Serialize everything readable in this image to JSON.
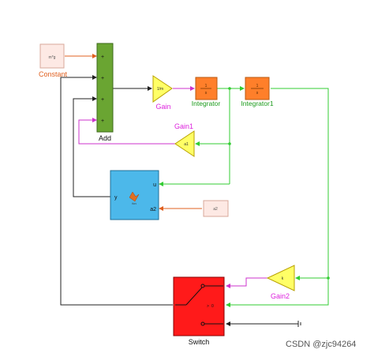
{
  "blocks": {
    "constant": {
      "name": "Constant",
      "value": "m*g"
    },
    "add": {
      "name": "Add",
      "signs": [
        "+",
        "+",
        "+",
        "+"
      ]
    },
    "gain": {
      "name": "Gain",
      "value": "1/m"
    },
    "integrator": {
      "name": "Integrator"
    },
    "integrator1": {
      "name": "Integrator1"
    },
    "gain1": {
      "name": "Gain1",
      "value": "a1"
    },
    "fcn": {
      "label": "fcn",
      "in_u": "u",
      "in_a2": "a2",
      "out_y": "y"
    },
    "a2_const": {
      "value": "a2"
    },
    "gain2": {
      "name": "Gain2",
      "value": "k"
    },
    "switch": {
      "name": "Switch"
    }
  },
  "watermark": "CSDN @zjc94264",
  "colors": {
    "constant_fill": "#fde9e4",
    "add_fill": "#6aa532",
    "gain_fill": "#ffff66",
    "integrator_fill": "#ff7f2a",
    "fcn_fill": "#4cb8ea",
    "switch_fill": "#ff1a1a",
    "green_wire": "#33cc33",
    "magenta_wire": "#cc33cc",
    "label_orange": "#e06020",
    "label_green": "#1a9a1a",
    "label_magenta": "#dd22dd"
  }
}
